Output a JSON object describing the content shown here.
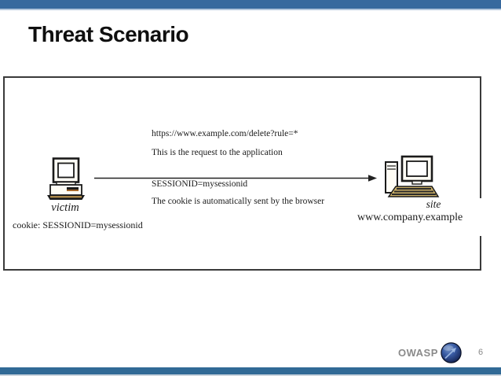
{
  "slide": {
    "title": "Threat Scenario",
    "footer_brand": "OWASP",
    "page_number": "6"
  },
  "diagram": {
    "request_url": "https://www.example.com/delete?rule=*",
    "request_caption": "This is the request to the application",
    "session_cookie": "SESSIONID=mysessionid",
    "cookie_caption": "The cookie is automatically sent by the browser",
    "client": {
      "label": "victim",
      "cookie_note": "cookie: SESSIONID=mysessionid",
      "icon": "victim-computer-icon"
    },
    "server": {
      "label": "site",
      "hostname": "www.company.example",
      "icon": "server-computer-icon"
    },
    "arrow": "request-arrow-left-to-right"
  },
  "footer_icons": [
    "owasp-logo-icon"
  ],
  "colors": {
    "top_bar": "#37699e",
    "bottom_bar": "#316a96",
    "accent_line": "#b3c6dc",
    "title_color": "#0f0f0f",
    "text_color": "#1a1a1a",
    "footer_text": "#8a8a8a",
    "logo_blue": "#2b4f8f"
  }
}
